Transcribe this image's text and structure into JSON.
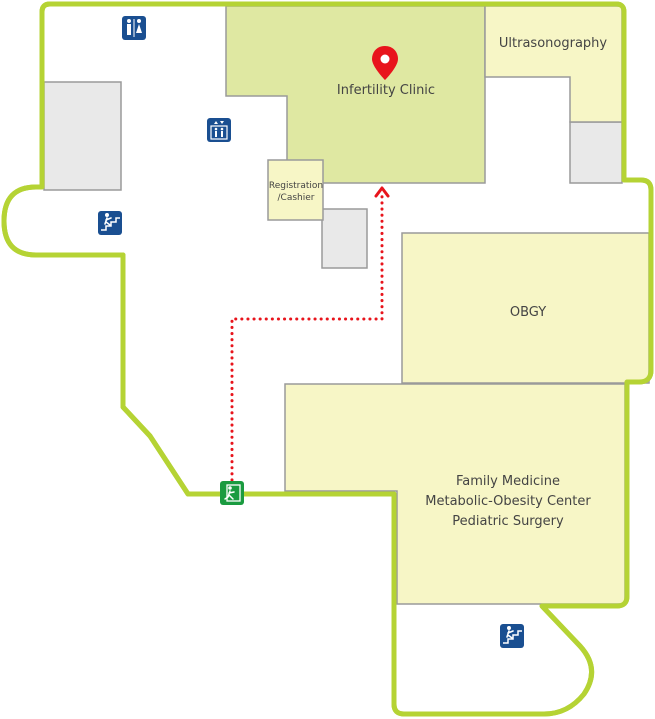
{
  "map": {
    "rooms": {
      "infertility_clinic": "Infertility Clinic",
      "ultrasonography": "Ultrasonography",
      "registration_line1": "Registration",
      "registration_line2": "/Cashier",
      "obgy": "OBGY",
      "family_medicine": "Family Medicine",
      "metabolic_obesity": "Metabolic-Obesity Center",
      "pediatric_surgery": "Pediatric Surgery"
    },
    "icons": {
      "restroom": "restroom-icon",
      "elevator": "elevator-icon",
      "stairs": "stairs-icon",
      "exit": "exit-icon",
      "destination": "location-pin-icon"
    },
    "colors": {
      "outline": "#b5d334",
      "highlight_room": "#dfe8a2",
      "room": "#f7f6c6",
      "utility": "#e9e9e9",
      "route": "#e8141c",
      "facility_icon": "#1a4f91",
      "exit_icon": "#1a9b40"
    }
  }
}
